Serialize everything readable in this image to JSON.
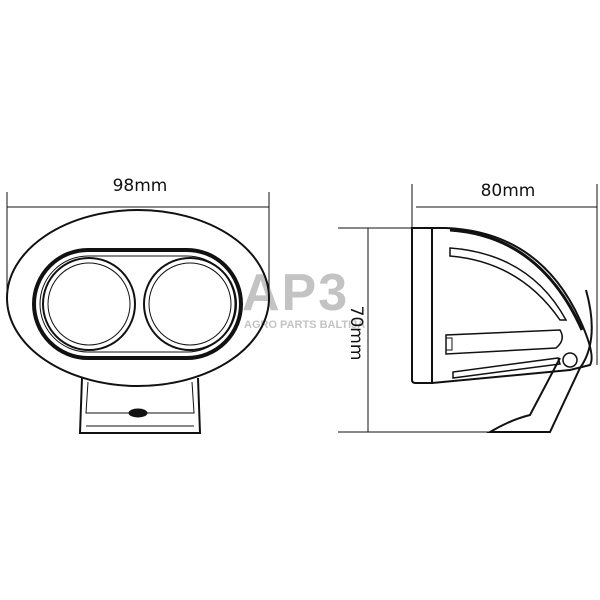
{
  "dimensions": {
    "front_width": "98mm",
    "side_depth": "80mm",
    "side_height": "70mm"
  },
  "watermark": {
    "logo": "AP3",
    "tagline": "AGRO PARTS BALTIJA",
    "color": "#bdbdbd"
  },
  "colors": {
    "line": "#111111",
    "background": "#ffffff"
  }
}
